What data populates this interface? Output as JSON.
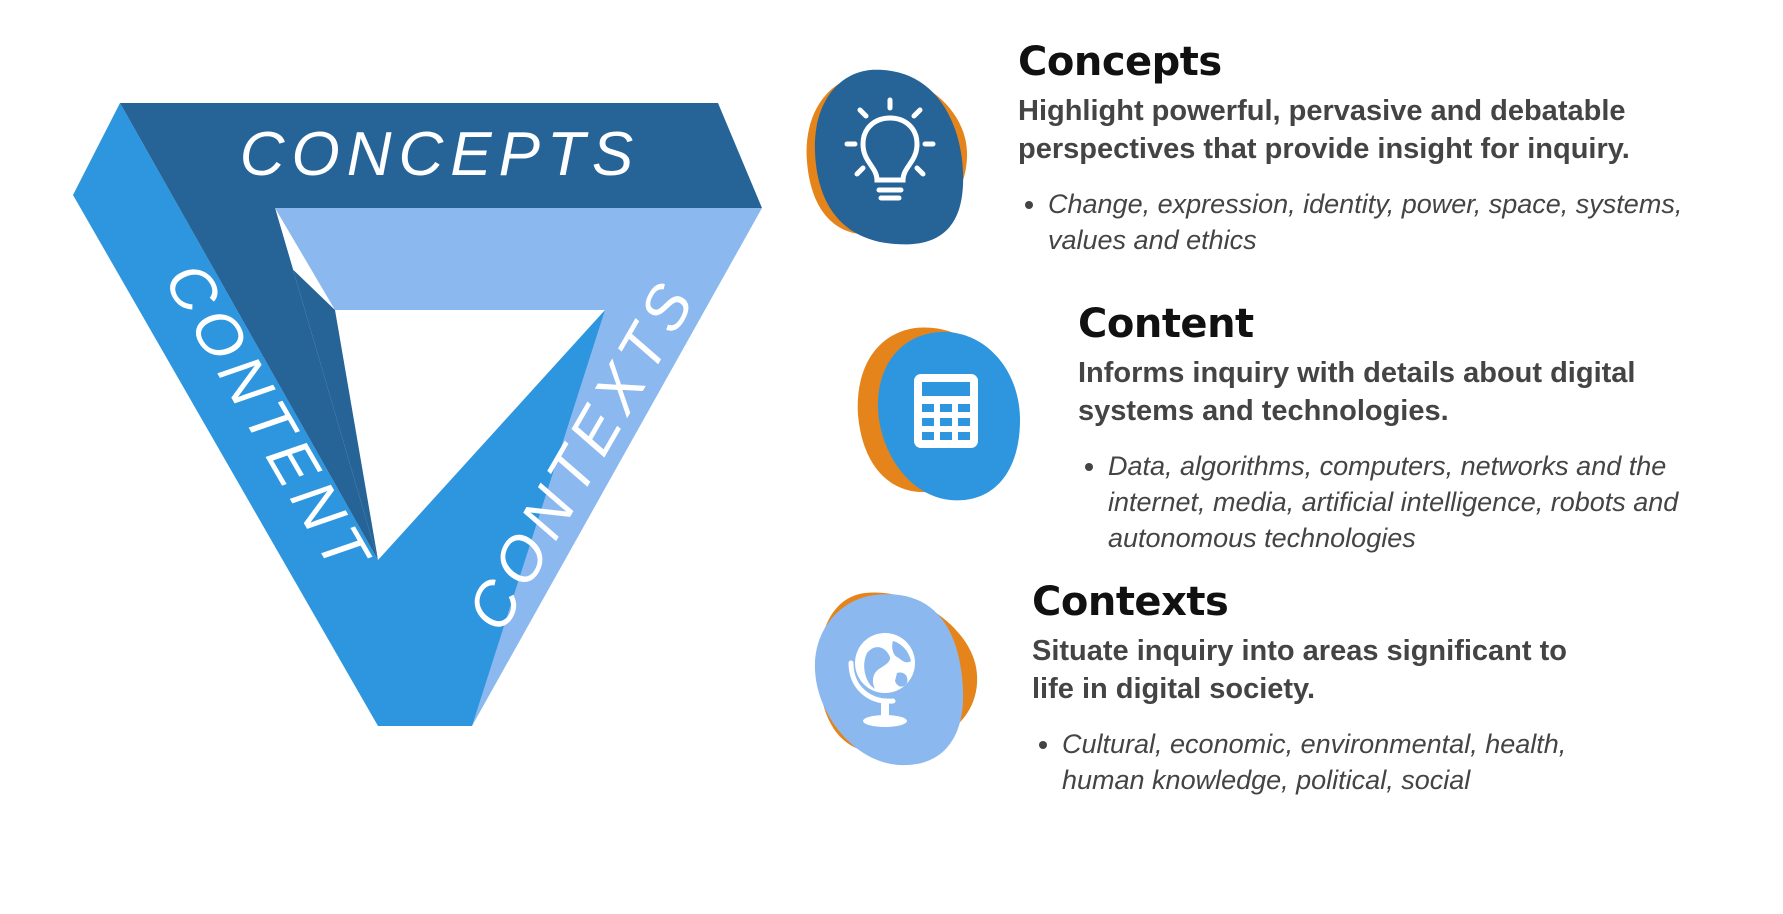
{
  "diagram": {
    "top_label": "CONCEPTS",
    "left_label": "CONTENT",
    "right_label": "CONTEXTS"
  },
  "colors": {
    "dark_blue": "#266498",
    "mid_blue": "#2E96DF",
    "light_blue": "#8BB8EE",
    "orange": "#E5841B"
  },
  "sections": [
    {
      "title": "Concepts",
      "description": "Highlight powerful, pervasive and debatable perspectives that provide insight for inquiry.",
      "bullet": "Change, expression, identity, power, space, systems, values and ethics",
      "icon": "lightbulb-icon"
    },
    {
      "title": "Content",
      "description": "Informs inquiry with details about digital systems and technologies.",
      "bullet": "Data, algorithms, computers, networks and the internet, media, artificial intelligence, robots and autonomous technologies",
      "icon": "calculator-icon"
    },
    {
      "title": "Contexts",
      "description": "Situate inquiry into areas significant to life in digital society.",
      "bullet": "Cultural, economic, environmental, health, human knowledge, political, social",
      "icon": "globe-icon"
    }
  ]
}
